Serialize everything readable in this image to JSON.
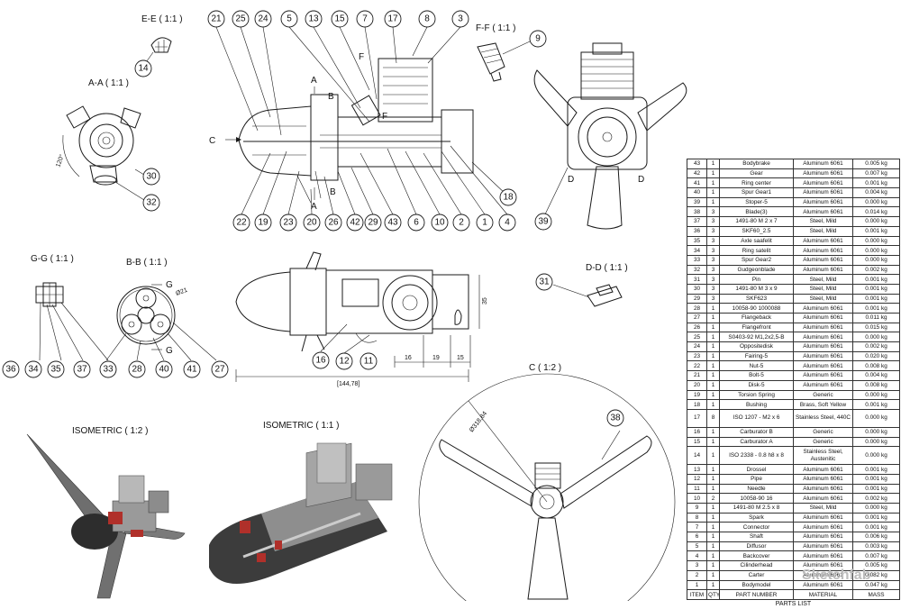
{
  "view_labels": {
    "ee": "E-E ( 1:1 )",
    "ff": "F-F ( 1:1 )",
    "aa": "A-A ( 1:1 )",
    "gg": "G-G ( 1:1 )",
    "bb": "B-B ( 1:1 )",
    "dd": "D-D ( 1:1 )",
    "iso12": "ISOMETRIC ( 1:2 )",
    "iso11": "ISOMETRIC ( 1:1 )",
    "c12": "C ( 1:2 )"
  },
  "section_marks": {
    "a": "A",
    "b": "B",
    "c": "C",
    "d": "D",
    "f": "F",
    "g": "G"
  },
  "dimensions": {
    "overall_length": "[144,78]",
    "d16": "16",
    "d19": "19",
    "d15": "15",
    "d35": "35",
    "angle": "120°",
    "dia_gear": "Ø21",
    "dia_prop": "Ø318,84"
  },
  "callouts": {
    "c21": "21",
    "c25": "25",
    "c24": "24",
    "c5": "5",
    "c13": "13",
    "c15": "15",
    "c7": "7",
    "c17": "17",
    "c8": "8",
    "c3": "3",
    "c9": "9",
    "c14": "14",
    "c30": "30",
    "c32": "32",
    "c18": "18",
    "c39": "39",
    "c22": "22",
    "c19": "19",
    "c23": "23",
    "c20": "20",
    "c26": "26",
    "c42": "42",
    "c29": "29",
    "c43": "43",
    "c6": "6",
    "c10": "10",
    "c2": "2",
    "c1": "1",
    "c4": "4",
    "c36": "36",
    "c34": "34",
    "c35": "35",
    "c37": "37",
    "c33": "33",
    "c28": "28",
    "c40": "40",
    "c41": "41",
    "c27": "27",
    "c16": "16",
    "c12": "12",
    "c11": "11",
    "c31": "31",
    "c38": "38"
  },
  "parts_list": {
    "title": "PARTS LIST",
    "headers": [
      "ITEM",
      "QTY",
      "PART NUMBER",
      "MATERIAL",
      "MASS"
    ],
    "rows": [
      [
        "43",
        "1",
        "Bodybrake",
        "Aluminum 6061",
        "0.005 kg"
      ],
      [
        "42",
        "1",
        "Gear",
        "Aluminum 6061",
        "0.007 kg"
      ],
      [
        "41",
        "1",
        "Ring center",
        "Aluminum 6061",
        "0.001 kg"
      ],
      [
        "40",
        "1",
        "Spur Gear1",
        "Aluminum 6061",
        "0.004 kg"
      ],
      [
        "39",
        "1",
        "Stoper-5",
        "Aluminum 6061",
        "0.000 kg"
      ],
      [
        "38",
        "3",
        "Blade(3)",
        "Aluminum 6061",
        "0.014 kg"
      ],
      [
        "37",
        "3",
        "1491-80 M 2 x 7",
        "Steel, Mild",
        "0.000 kg"
      ],
      [
        "36",
        "3",
        "SKF60_2.5",
        "Steel, Mild",
        "0.001 kg"
      ],
      [
        "35",
        "3",
        "Axle saafelit",
        "Aluminum 6061",
        "0.000 kg"
      ],
      [
        "34",
        "3",
        "Ring satelit",
        "Aluminum 6061",
        "0.000 kg"
      ],
      [
        "33",
        "3",
        "Spur Gear2",
        "Aluminum 6061",
        "0.000 kg"
      ],
      [
        "32",
        "3",
        "Gudgeonblade",
        "Aluminum 6061",
        "0.002 kg"
      ],
      [
        "31",
        "3",
        "Pin",
        "Steel, Mild",
        "0.001 kg"
      ],
      [
        "30",
        "3",
        "1491-80 M 3 x 9",
        "Steel, Mild",
        "0.001 kg"
      ],
      [
        "29",
        "3",
        "SKF623",
        "Steel, Mild",
        "0.001 kg"
      ],
      [
        "28",
        "1",
        "10058-90 1000088",
        "Aluminum 6061",
        "0.001 kg"
      ],
      [
        "27",
        "1",
        "Flangeback",
        "Aluminum 6061",
        "0.011 kg"
      ],
      [
        "26",
        "1",
        "Flangefront",
        "Aluminum 6061",
        "0.015 kg"
      ],
      [
        "25",
        "1",
        "S0403-92 M1,2x2,5-B",
        "Aluminum 6061",
        "0.000 kg"
      ],
      [
        "24",
        "1",
        "Oppositedisk",
        "Aluminum 6061",
        "0.002 kg"
      ],
      [
        "23",
        "1",
        "Fairing-5",
        "Aluminum 6061",
        "0.020 kg"
      ],
      [
        "22",
        "1",
        "Nut-5",
        "Aluminum 6061",
        "0.008 kg"
      ],
      [
        "21",
        "1",
        "Bolt-5",
        "Aluminum 6061",
        "0.004 kg"
      ],
      [
        "20",
        "1",
        "Disk-5",
        "Aluminum 6061",
        "0.008 kg"
      ],
      [
        "19",
        "1",
        "Torsion Spring",
        "Generic",
        "0.000 kg"
      ],
      [
        "18",
        "1",
        "Bushing",
        "Brass, Soft Yellow",
        "0.001 kg"
      ],
      [
        "17",
        "8",
        "ISO 1207 - M2 x 6",
        "Stainless Steel, 440C",
        "0.000 kg"
      ],
      [
        "16",
        "1",
        "Carburator B",
        "Generic",
        "0.000 kg"
      ],
      [
        "15",
        "1",
        "Carburator A",
        "Generic",
        "0.000 kg"
      ],
      [
        "14",
        "1",
        "ISO 2338 - 0.8 h8 x 8",
        "Stainless Steel, Austenitic",
        "0.000 kg"
      ],
      [
        "13",
        "1",
        "Drossel",
        "Aluminum 6061",
        "0.001 kg"
      ],
      [
        "12",
        "1",
        "Pipe",
        "Aluminum 6061",
        "0.001 kg"
      ],
      [
        "11",
        "1",
        "Needle",
        "Aluminum 6061",
        "0.001 kg"
      ],
      [
        "10",
        "2",
        "10058-90 16",
        "Aluminum 6061",
        "0.002 kg"
      ],
      [
        "9",
        "1",
        "1491-80 M 2.5 x 8",
        "Steel, Mild",
        "0.000 kg"
      ],
      [
        "8",
        "1",
        "Spark",
        "Aluminum 6061",
        "0.001 kg"
      ],
      [
        "7",
        "1",
        "Connector",
        "Aluminum 6061",
        "0.001 kg"
      ],
      [
        "6",
        "1",
        "Shaft",
        "Aluminum 6061",
        "0.006 kg"
      ],
      [
        "5",
        "1",
        "Diffusor",
        "Aluminum 6061",
        "0.003 kg"
      ],
      [
        "4",
        "1",
        "Backcover",
        "Aluminum 6061",
        "0.007 kg"
      ],
      [
        "3",
        "1",
        "Cilinderhead",
        "Aluminum 6061",
        "0.005 kg"
      ],
      [
        "2",
        "1",
        "Carter",
        "Aluminum 6061",
        "0.082 kg"
      ],
      [
        "1",
        "1",
        "Bodymodel",
        "Aluminum 6061",
        "0.047 kg"
      ]
    ]
  },
  "watermark": "Sketchfab",
  "colors": {
    "line": "#1a1a1a",
    "metal": "#8a8a8a",
    "red_part": "#b0302a",
    "dark_shell": "#3a3a3a"
  }
}
